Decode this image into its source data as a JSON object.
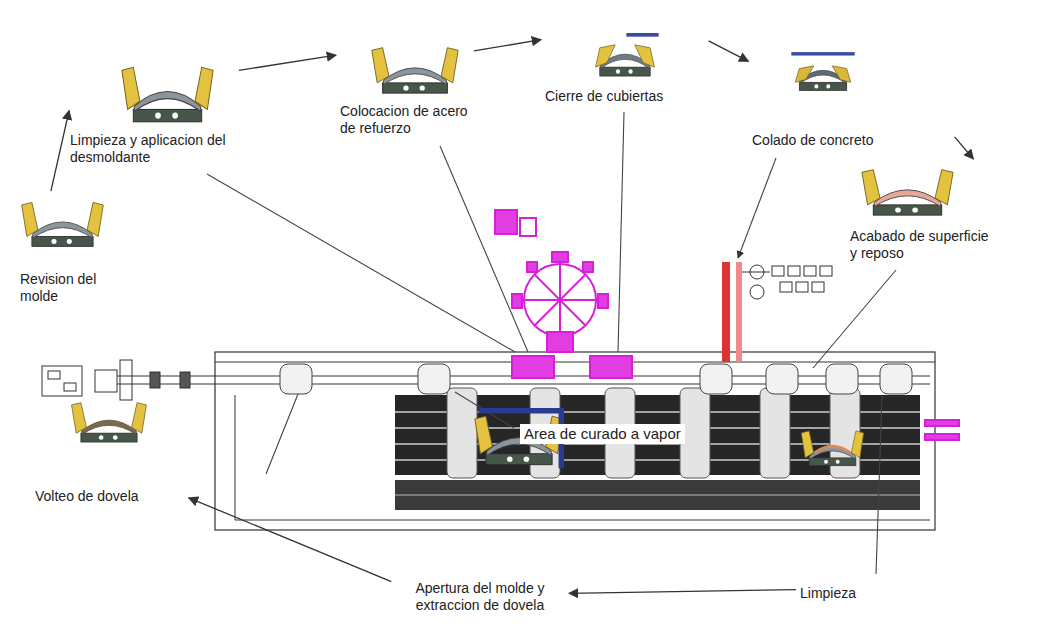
{
  "diagram": {
    "nodes": [
      {
        "text": [
          "Limpieza y aplicacion del desmoldante"
        ]
      },
      {
        "text": [
          "Colocacion de acero de refuerzo"
        ]
      },
      {
        "text": [
          "Cierre de cubiertas"
        ]
      },
      {
        "text": [
          "Colado de concreto"
        ]
      },
      {
        "text": [
          "Revision del molde"
        ]
      },
      {
        "text": [
          "Acabado de superficie y reposo"
        ]
      },
      {
        "text": [
          "Volteo de dovela"
        ]
      },
      {
        "text": [
          "Apertura del molde y extraccion de dovela"
        ]
      },
      {
        "text": [
          "Limpieza"
        ]
      }
    ],
    "edges": [
      {
        "from": 0,
        "to": 1,
        "arrow": "to"
      },
      {
        "from": 1,
        "to": 2,
        "arrow": "to"
      },
      {
        "from": 2,
        "to": 3,
        "arrow": "to"
      },
      {
        "from": 3,
        "to": 5,
        "arrow": "to"
      },
      {
        "from": 4,
        "to": 0,
        "arrow": "to"
      },
      {
        "from": 8,
        "to": 7,
        "arrow": "to"
      },
      {
        "from": 7,
        "to": 6,
        "arrow": "to"
      }
    ],
    "labels": [
      "Area de curado a vapor"
    ]
  }
}
